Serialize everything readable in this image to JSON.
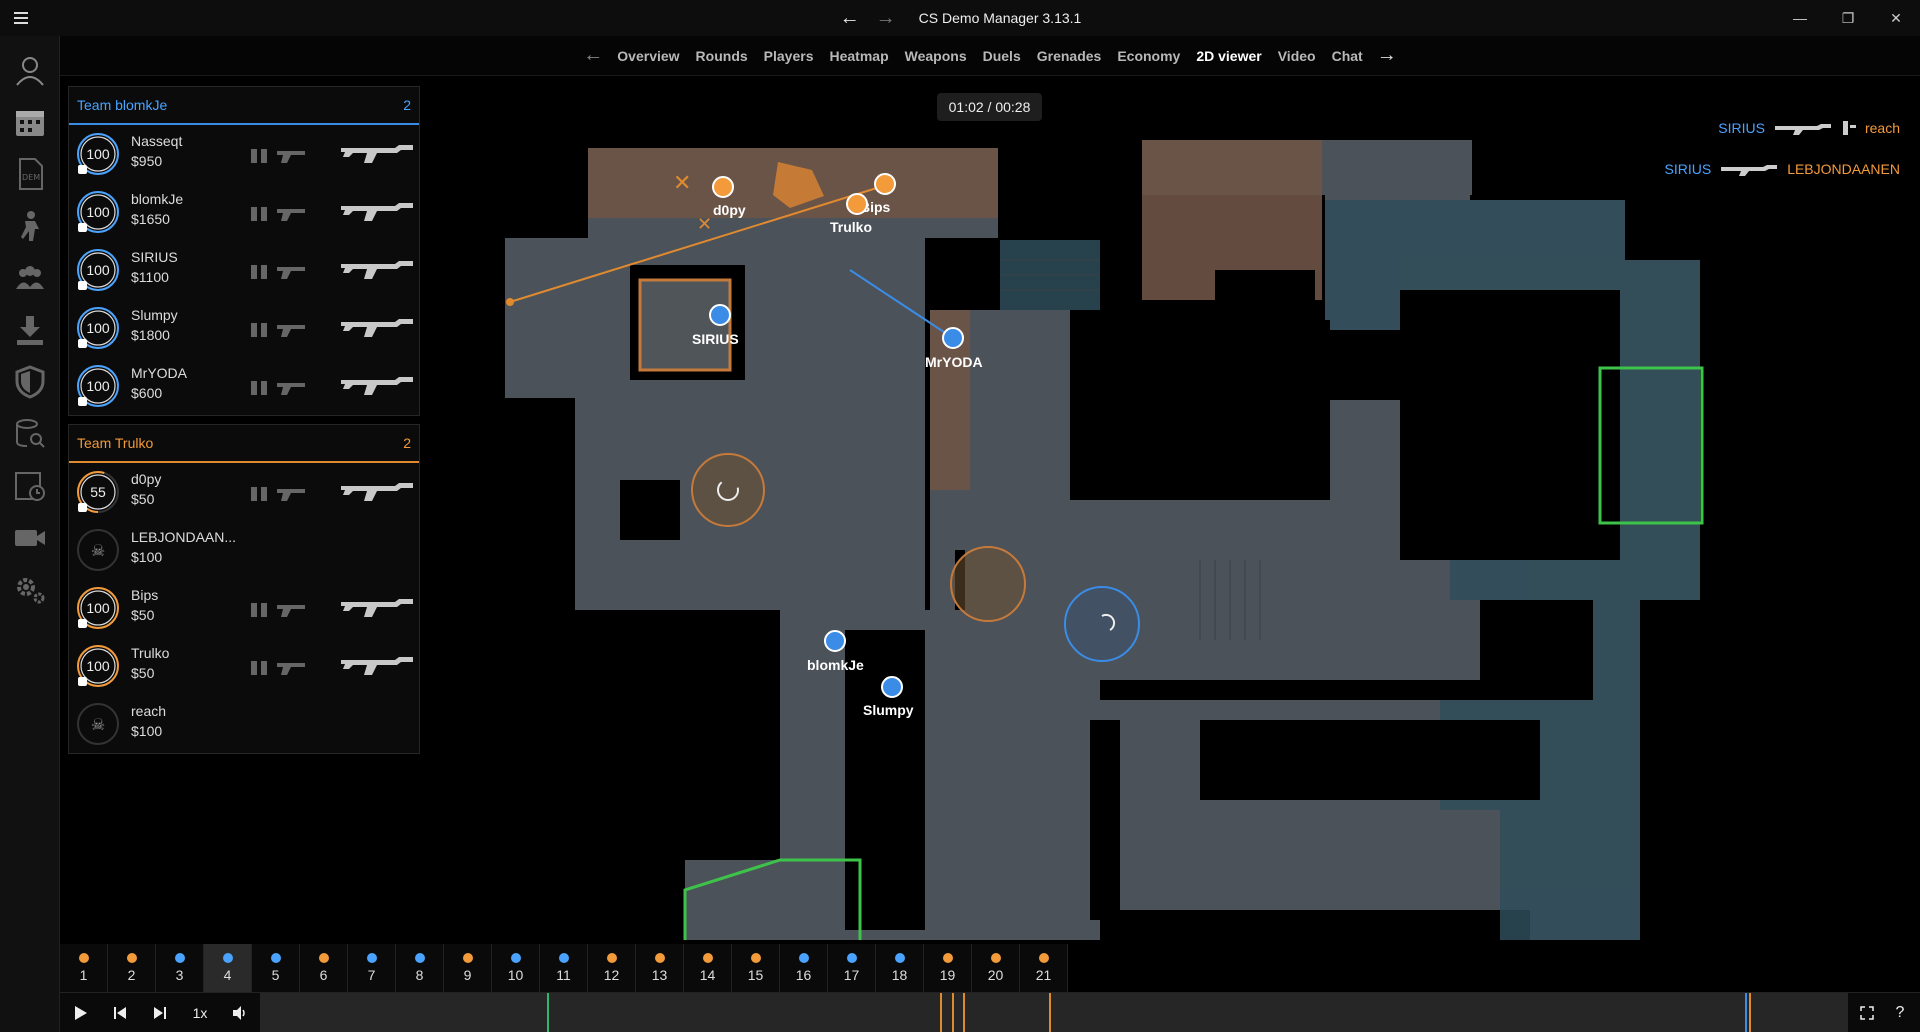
{
  "app": {
    "title": "CS Demo Manager 3.13.1"
  },
  "tabs": [
    "Overview",
    "Rounds",
    "Players",
    "Heatmap",
    "Weapons",
    "Duels",
    "Grenades",
    "Economy",
    "2D viewer",
    "Video",
    "Chat"
  ],
  "active_tab": "2D viewer",
  "timer": "01:02 / 00:28",
  "colors": {
    "ct": "#4aa3ff",
    "t": "#f39a3a",
    "map_floor": "#4a5158",
    "map_wall": "#2a2e33"
  },
  "teams": [
    {
      "name": "Team blomkJe",
      "score": "2",
      "side": "ct",
      "players": [
        {
          "name": "Nasseqt",
          "money": "$950",
          "hp": "100",
          "hp_frac": 1.0
        },
        {
          "name": "blomkJe",
          "money": "$1650",
          "hp": "100",
          "hp_frac": 1.0
        },
        {
          "name": "SIRIUS",
          "money": "$1100",
          "hp": "100",
          "hp_frac": 1.0
        },
        {
          "name": "Slumpy",
          "money": "$1800",
          "hp": "100",
          "hp_frac": 1.0
        },
        {
          "name": "MrYODA",
          "money": "$600",
          "hp": "100",
          "hp_frac": 1.0
        }
      ]
    },
    {
      "name": "Team Trulko",
      "score": "2",
      "side": "t",
      "players": [
        {
          "name": "d0py",
          "money": "$50",
          "hp": "55",
          "hp_frac": 0.55
        },
        {
          "name": "LEBJONDAAN...",
          "money": "$100",
          "hp": "",
          "hp_frac": 0,
          "dead": true
        },
        {
          "name": "Bips",
          "money": "$50",
          "hp": "100",
          "hp_frac": 1.0
        },
        {
          "name": "Trulko",
          "money": "$50",
          "hp": "100",
          "hp_frac": 1.0
        },
        {
          "name": "reach",
          "money": "$100",
          "hp": "",
          "hp_frac": 0,
          "dead": true
        }
      ]
    }
  ],
  "killfeed": [
    {
      "killer": "SIRIUS",
      "victim": "reach"
    },
    {
      "killer": "SIRIUS",
      "victim": "LEBJONDAANEN"
    }
  ],
  "map_labels": {
    "d0py": "d0py",
    "bips": "Bips",
    "trulko": "Trulko",
    "sirius": "SIRIUS",
    "mryoda": "MrYODA",
    "blomkje": "blomkJe",
    "slumpy": "Slumpy"
  },
  "rounds": [
    {
      "n": "1",
      "side": "t"
    },
    {
      "n": "2",
      "side": "t"
    },
    {
      "n": "3",
      "side": "ct"
    },
    {
      "n": "4",
      "side": "ct",
      "active": true
    },
    {
      "n": "5",
      "side": "ct"
    },
    {
      "n": "6",
      "side": "t"
    },
    {
      "n": "7",
      "side": "ct"
    },
    {
      "n": "8",
      "side": "ct"
    },
    {
      "n": "9",
      "side": "t"
    },
    {
      "n": "10",
      "side": "ct"
    },
    {
      "n": "11",
      "side": "ct"
    },
    {
      "n": "12",
      "side": "t"
    },
    {
      "n": "13",
      "side": "t"
    },
    {
      "n": "14",
      "side": "t"
    },
    {
      "n": "15",
      "side": "t"
    },
    {
      "n": "16",
      "side": "ct"
    },
    {
      "n": "17",
      "side": "ct"
    },
    {
      "n": "18",
      "side": "ct"
    },
    {
      "n": "19",
      "side": "t"
    },
    {
      "n": "20",
      "side": "t"
    },
    {
      "n": "21",
      "side": "t"
    }
  ],
  "playback": {
    "speed": "1x"
  }
}
